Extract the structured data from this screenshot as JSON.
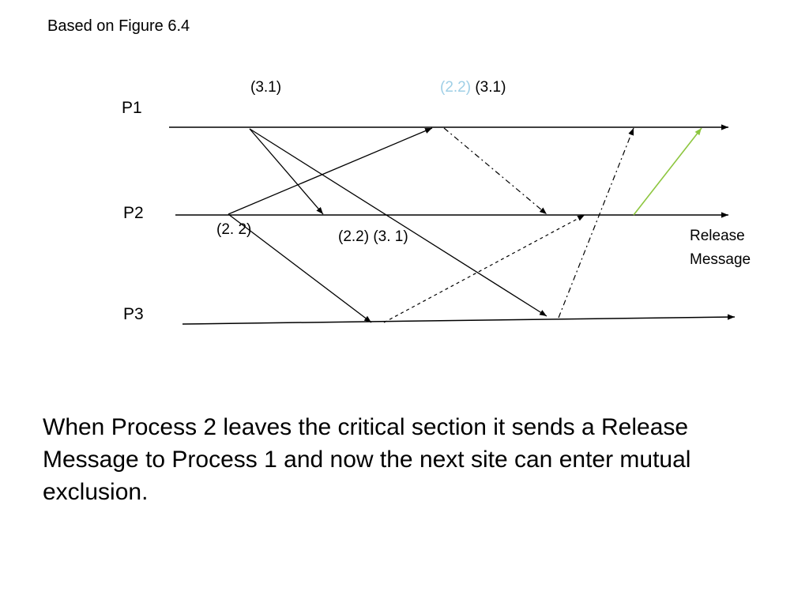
{
  "caption": "Based on Figure 6.4",
  "processes": {
    "p1": "P1",
    "p2": "P2",
    "p3": "P3"
  },
  "labels": {
    "p1_left": "(3.1)",
    "p1_right_blue": "(2.2)",
    "p1_right_black": "(3.1)",
    "p2_left": "(2. 2)",
    "p3_queue": "(2.2) (3. 1)",
    "release_line1": "Release",
    "release_line2": "Message"
  },
  "description": "When Process 2 leaves the critical section it sends a Release Message to Process 1 and now the next site can enter mutual exclusion.",
  "colors": {
    "release_arrow": "#8dc63f",
    "blue_label": "#9fcfe6"
  }
}
